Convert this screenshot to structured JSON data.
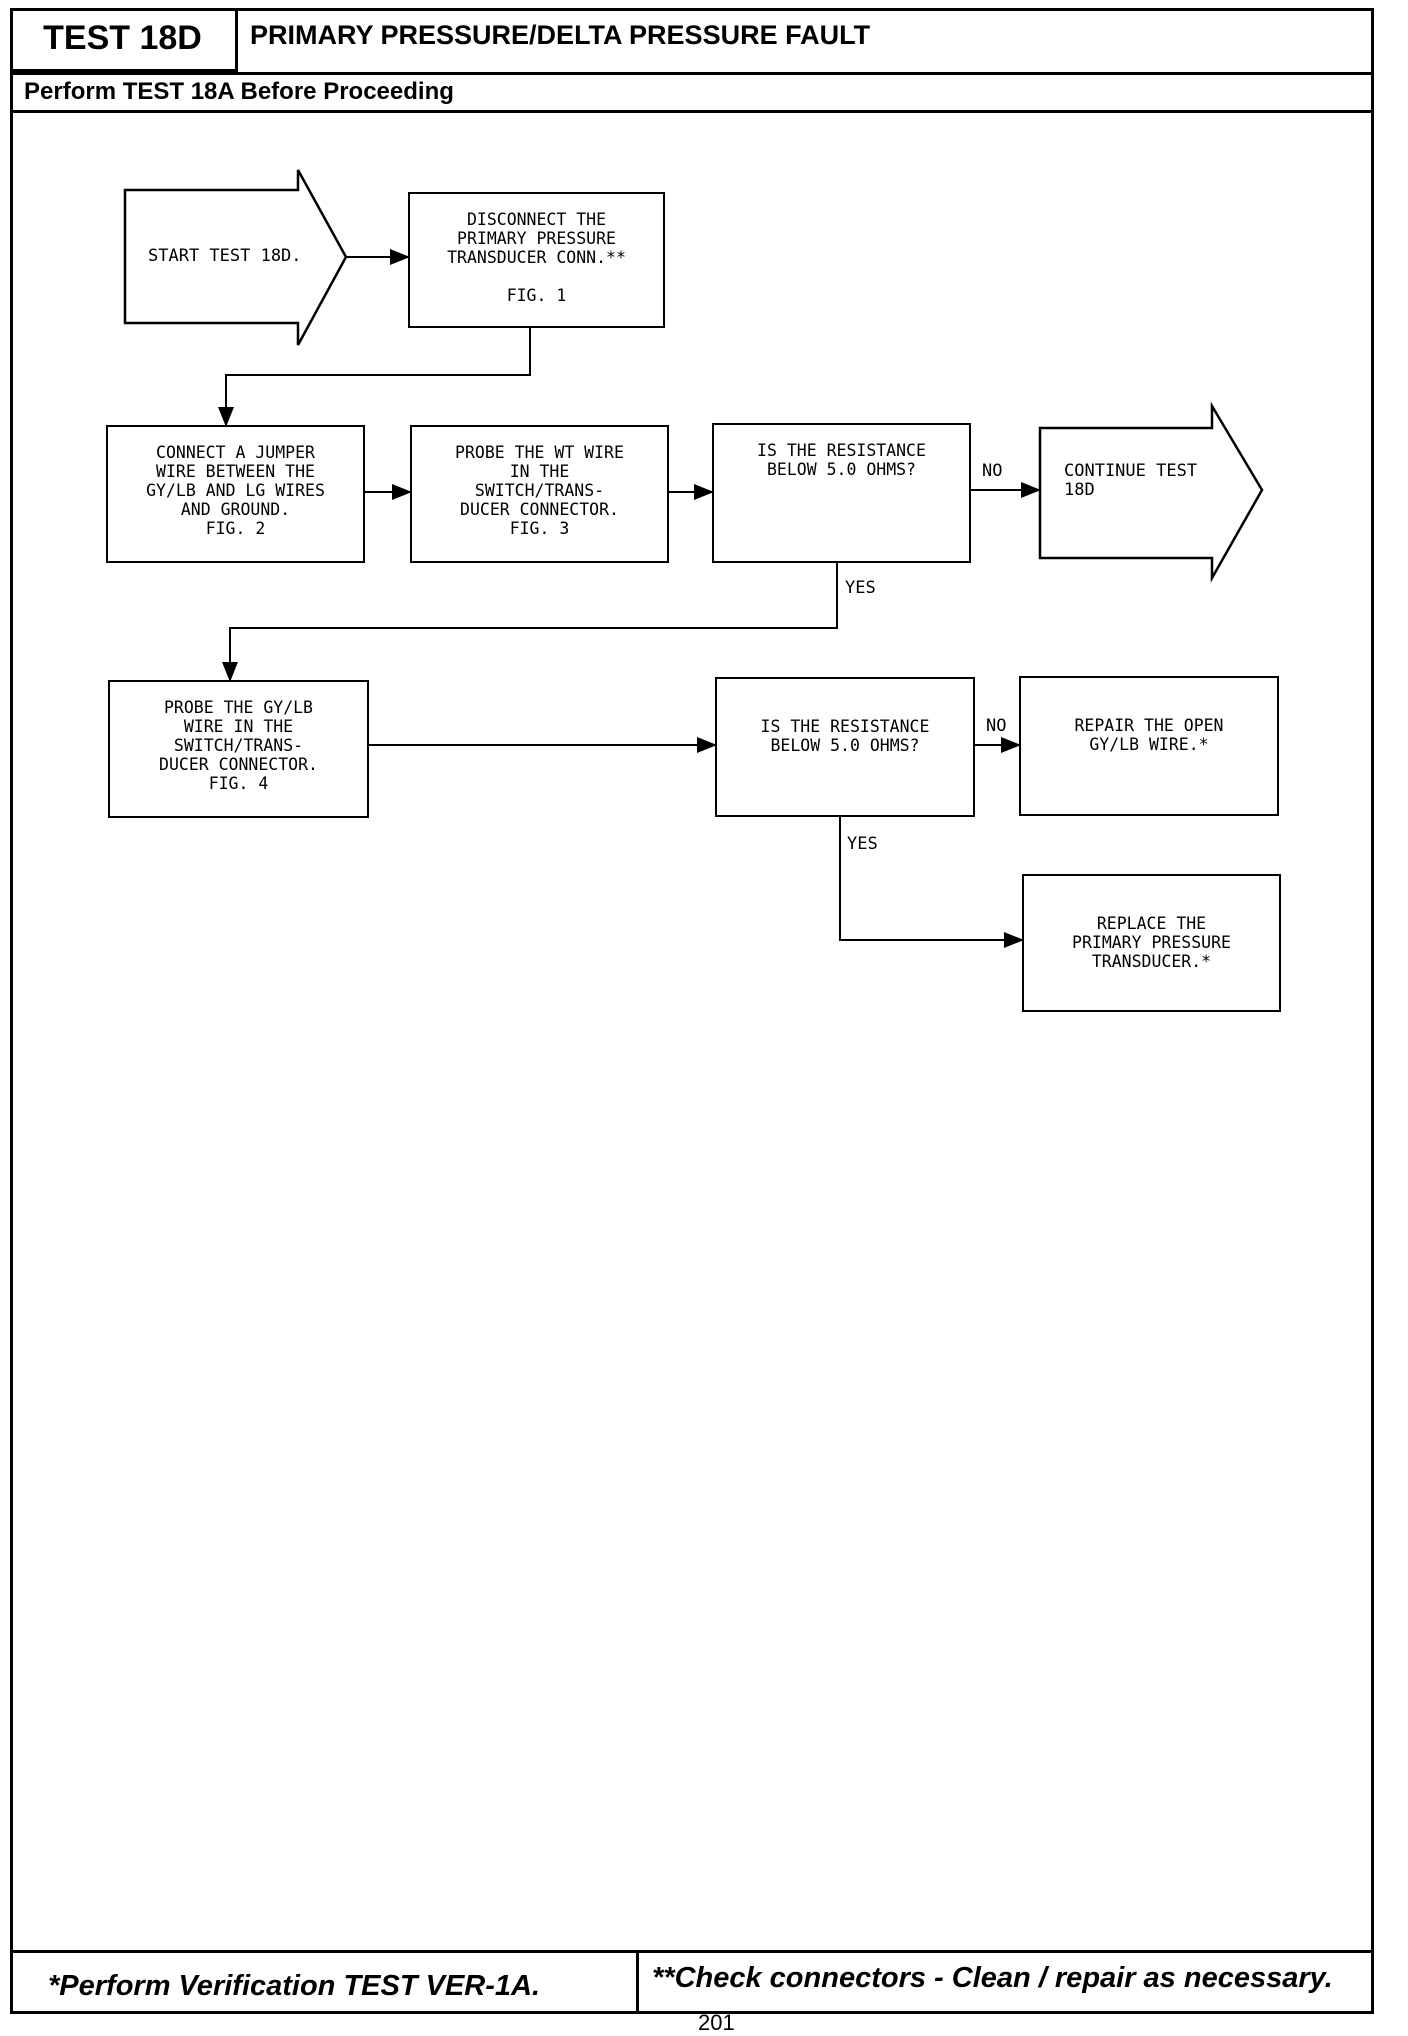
{
  "header": {
    "test_id": "TEST 18D",
    "title": "PRIMARY PRESSURE/DELTA PRESSURE FAULT",
    "subtitle": "Perform TEST 18A Before Proceeding"
  },
  "flow": {
    "start": "START TEST 18D.",
    "disconnect": "DISCONNECT THE\nPRIMARY PRESSURE\nTRANSDUCER CONN.**\n\nFIG. 1",
    "jumper": "CONNECT A JUMPER\nWIRE BETWEEN THE\nGY/LB AND LG WIRES\nAND GROUND.\nFIG. 2",
    "probe_wt": "PROBE THE WT WIRE\nIN THE\nSWITCH/TRANS-\nDUCER CONNECTOR.\nFIG. 3",
    "decision_1": "IS THE RESISTANCE\nBELOW 5.0 OHMS?",
    "continue": "CONTINUE TEST\n18D",
    "probe_gylb": "PROBE THE GY/LB\nWIRE IN THE\nSWITCH/TRANS-\nDUCER CONNECTOR.\nFIG. 4",
    "decision_2": "IS THE RESISTANCE\nBELOW 5.0 OHMS?",
    "repair": "REPAIR THE OPEN\nGY/LB WIRE.*",
    "replace": "REPLACE THE\nPRIMARY PRESSURE\nTRANSDUCER.*",
    "no_label": "NO",
    "yes_label": "YES"
  },
  "footer": {
    "note_left": "*Perform Verification TEST VER-1A.",
    "note_right": "**Check connectors - Clean / repair as necessary.",
    "page_number": "201"
  }
}
